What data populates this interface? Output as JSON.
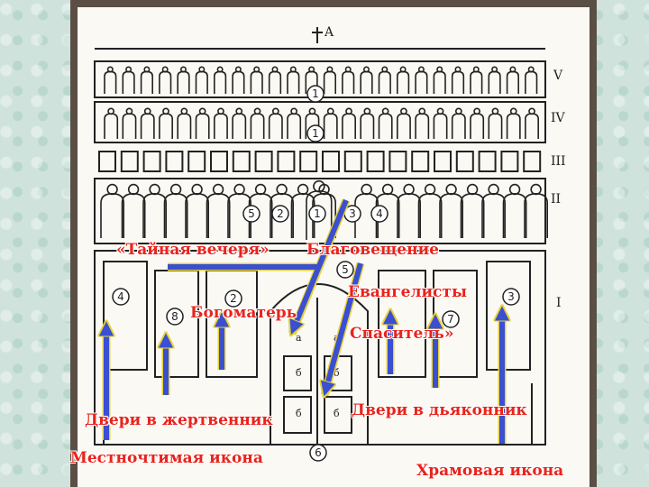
{
  "diagram": {
    "top_label": "A",
    "tier_labels": [
      "V",
      "IV",
      "III",
      "II",
      "I"
    ],
    "door_letters": [
      "а",
      "а",
      "б",
      "б",
      "б",
      "б"
    ],
    "badges": {
      "tier5": "1",
      "tier4": "1",
      "tier2": [
        "5",
        "2",
        "1",
        "3",
        "4"
      ],
      "row5": "5",
      "icon_left": "4",
      "icon_8": "8",
      "icon_2": "2",
      "icon_7": "7",
      "icon_3": "3",
      "bottom_6": "6"
    }
  },
  "labels": {
    "last_supper": "«Тайная вечеря»",
    "annunciation": "Благовещение",
    "evangelists": "Евангелисты",
    "theotokos": "Богоматерь",
    "savior": "Спаситель»",
    "altar_door": "Двери в жертвенник",
    "deacon_door": "Двери в дьяконник",
    "local_icon": "Местночтимая икона",
    "temple_icon": "Храмовая икона"
  },
  "colors": {
    "label": "#e8231c",
    "arrow": "#3b4fd1",
    "arrow_outline": "#e6d23a",
    "line_art": "#222222",
    "frame": "#5b4e44"
  }
}
